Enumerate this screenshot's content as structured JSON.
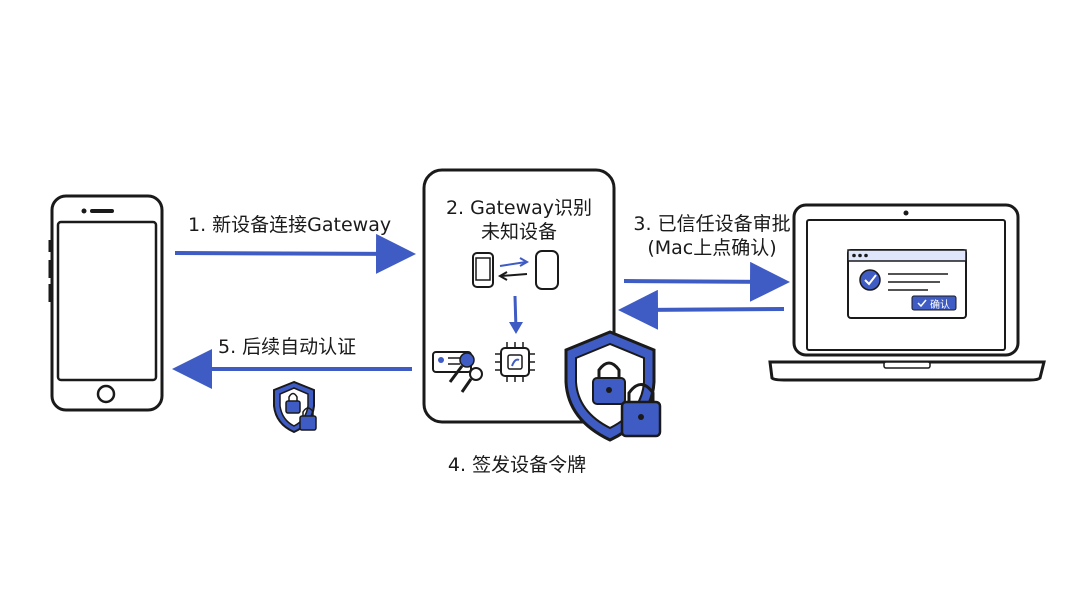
{
  "steps": {
    "step1": "1. 新设备连接Gateway",
    "step2_line1": "2. Gateway识别",
    "step2_line2": "未知设备",
    "step3_line1": "3. 已信任设备审批",
    "step3_line2": "(Mac上点确认)",
    "step4": "4. 签发设备令牌",
    "step5": "5. 后续自动认证"
  },
  "dialog": {
    "confirm_label": "确认"
  },
  "colors": {
    "accent": "#3f5bc4",
    "ink": "#1a1a1a",
    "light_blue": "#dfe6fb"
  },
  "icons": {
    "phone": "smartphone-icon",
    "gateway": "gateway-box",
    "laptop": "laptop-icon",
    "shield_lock": "shield-lock-icon",
    "chip": "chip-icon",
    "keys": "keys-icon",
    "id_card": "id-card-icon",
    "check": "check-icon"
  }
}
